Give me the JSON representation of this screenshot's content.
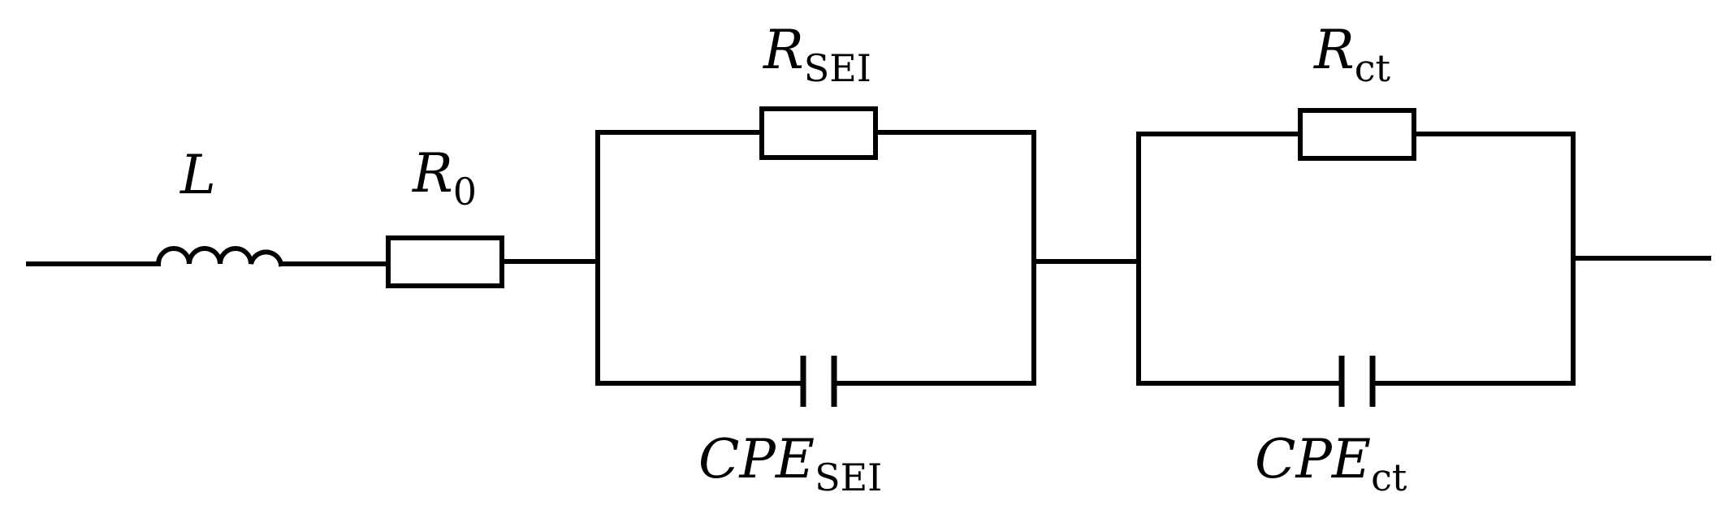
{
  "labels": {
    "inductor": {
      "main": "L",
      "sub": ""
    },
    "r0": {
      "main": "R",
      "sub": "0"
    },
    "r_sei": {
      "main": "R",
      "sub": "SEI"
    },
    "cpe_sei": {
      "main": "CPE",
      "sub": "SEI"
    },
    "r_ct": {
      "main": "R",
      "sub": "ct"
    },
    "cpe_ct": {
      "main": "CPE",
      "sub": "ct"
    }
  },
  "colors": {
    "stroke": "#000000",
    "background": "#ffffff"
  }
}
